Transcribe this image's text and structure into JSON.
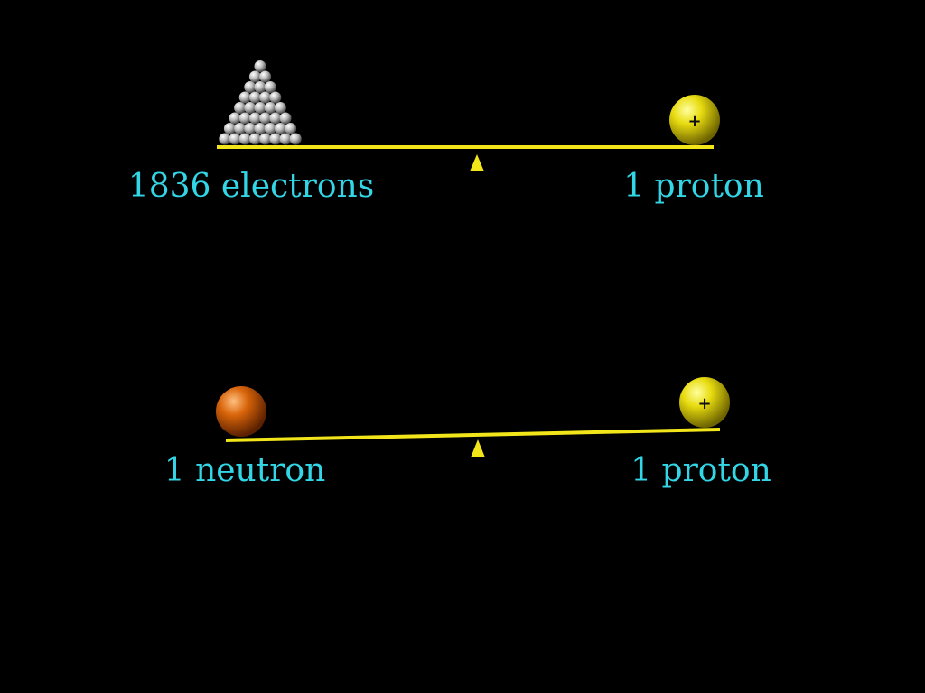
{
  "colors": {
    "background": "#000000",
    "beam": "#f2e61a",
    "label": "#33d6e6",
    "proton": "#e0d400",
    "neutron": "#d8640a",
    "electron": "#c8c8c8"
  },
  "balance_top": {
    "left_label": "1836 electrons",
    "right_label": "1 proton",
    "proton_symbol": "+"
  },
  "balance_bottom": {
    "left_label": "1 neutron",
    "right_label": "1 proton",
    "proton_symbol": "+"
  }
}
